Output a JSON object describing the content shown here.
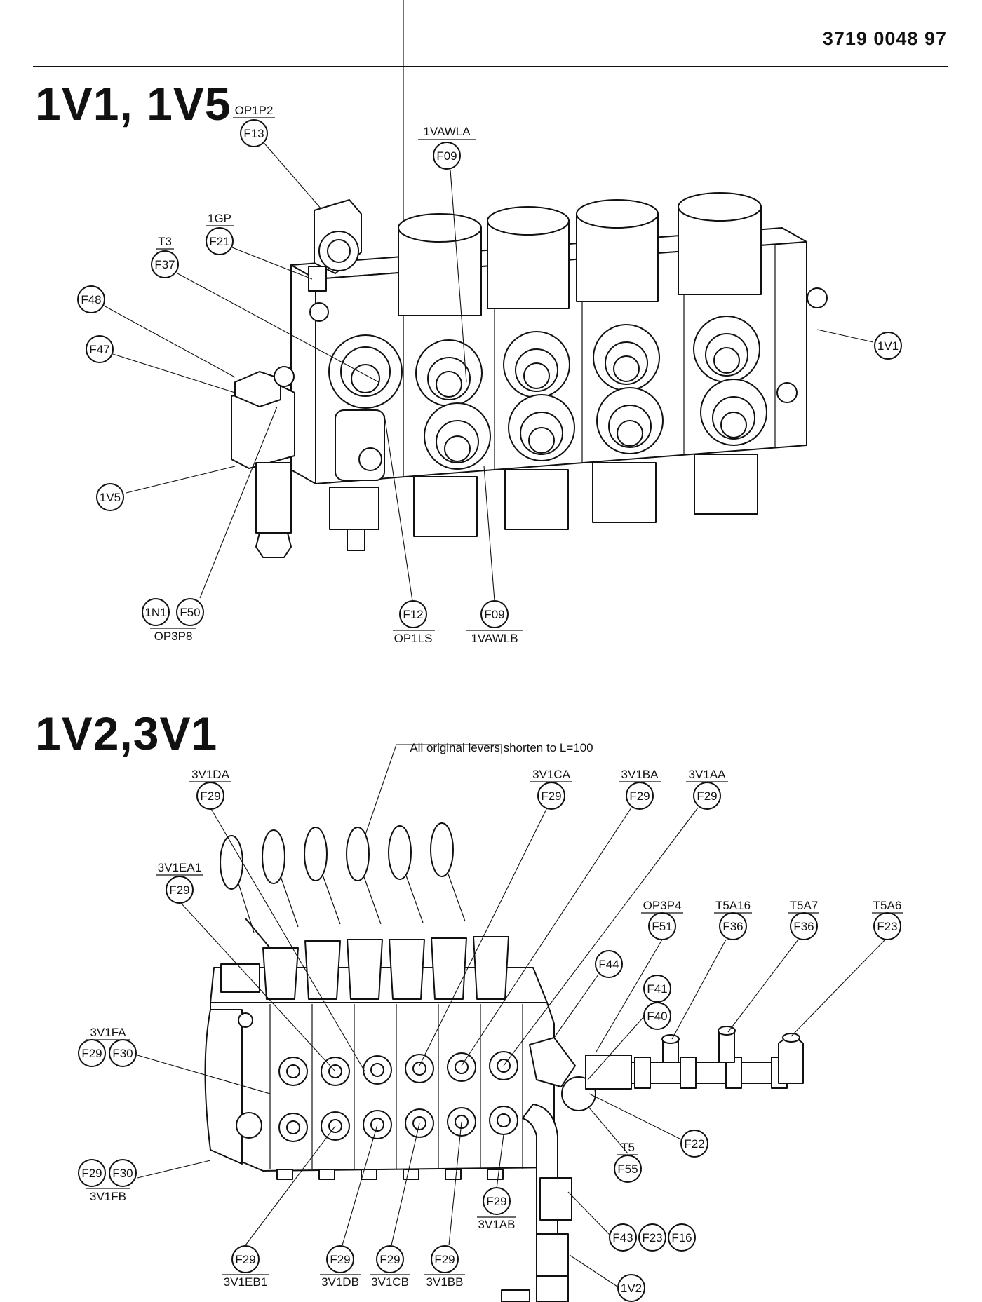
{
  "header": {
    "doc_number": "3719 0048 97"
  },
  "sections": [
    {
      "title": "1V1, 1V5",
      "callouts": [
        {
          "code": "F13",
          "tag": "OP1P2"
        },
        {
          "code": "F09",
          "tag": "1VAWLA"
        },
        {
          "code": "F21",
          "tag": "1GP"
        },
        {
          "code": "F37",
          "tag": "T3"
        },
        {
          "code": "F48"
        },
        {
          "code": "F47"
        },
        {
          "code": "1V1"
        },
        {
          "code": "1V5"
        },
        {
          "code": "1N1",
          "tag": "OP3P8"
        },
        {
          "code": "F50"
        },
        {
          "code": "F12",
          "tag": "OP1LS"
        },
        {
          "code": "F09",
          "tag": "1VAWLB"
        }
      ]
    },
    {
      "title": "1V2,3V1",
      "note": "All original levers shorten to L=100",
      "callouts": [
        {
          "code": "F29",
          "tag": "3V1DA"
        },
        {
          "code": "F29",
          "tag": "3V1CA"
        },
        {
          "code": "F29",
          "tag": "3V1BA"
        },
        {
          "code": "F29",
          "tag": "3V1AA"
        },
        {
          "code": "F29",
          "tag": "3V1EA1"
        },
        {
          "code": "F51",
          "tag": "OP3P4"
        },
        {
          "code": "F36",
          "tag": "T5A16"
        },
        {
          "code": "F36",
          "tag": "T5A7"
        },
        {
          "code": "F23",
          "tag": "T5A6"
        },
        {
          "code": "F44"
        },
        {
          "code": "F41"
        },
        {
          "code": "F40"
        },
        {
          "code": "F29",
          "tag": "3V1FA"
        },
        {
          "code": "F30"
        },
        {
          "code": "F22"
        },
        {
          "code": "F55",
          "tag": "T5"
        },
        {
          "code": "F29",
          "tag": "3V1FB"
        },
        {
          "code": "F30"
        },
        {
          "code": "F29",
          "tag": "3V1AB"
        },
        {
          "code": "F43"
        },
        {
          "code": "F23"
        },
        {
          "code": "F16"
        },
        {
          "code": "F29",
          "tag": "3V1EB1"
        },
        {
          "code": "F29",
          "tag": "3V1DB"
        },
        {
          "code": "F29",
          "tag": "3V1CB"
        },
        {
          "code": "F29",
          "tag": "3V1BB"
        },
        {
          "code": "1V2"
        }
      ]
    }
  ],
  "icons": {
    "drawing1": "valve-block-drawing-icon",
    "drawing2": "lever-valve-drawing-icon"
  }
}
